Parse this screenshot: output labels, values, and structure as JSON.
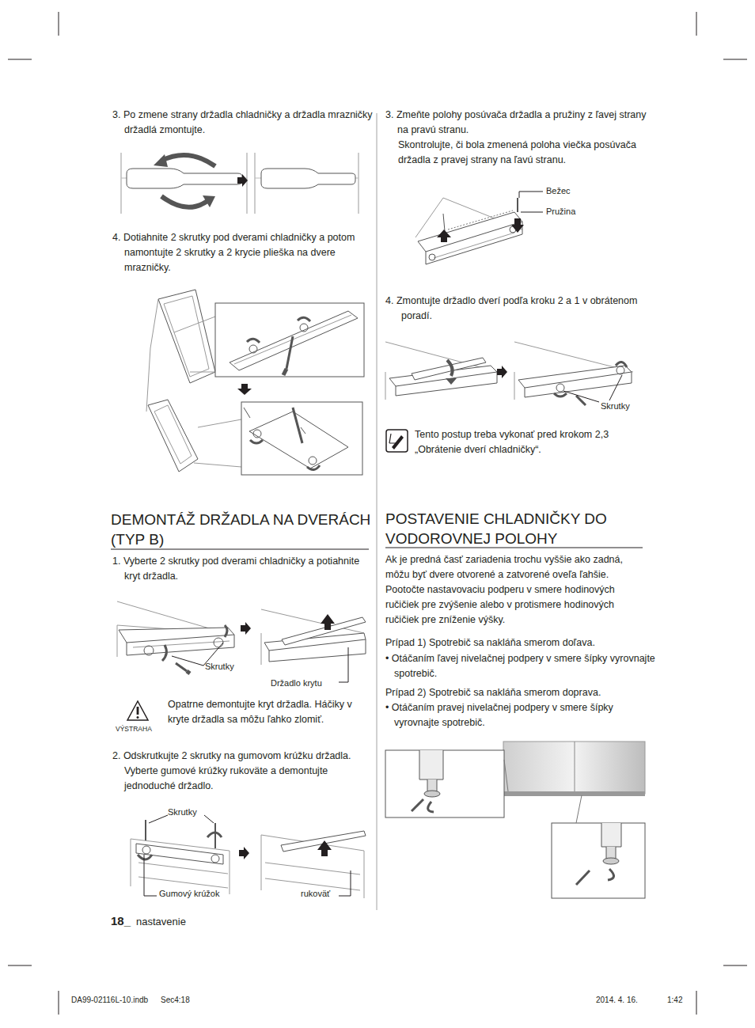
{
  "diagram": {
    "labels": [
      "3. Po zmene strany držadla chladničky a držadla mrazničky držadlá zmontujte.",
      "4. Dotiahnite 2 skrutky pod dverami chladničky a potom namontujte 2 skrutky a 2 krycie plieška na dvere mrazničky.",
      "DEMONTÁŽ DRŽADLA NA DVERÁCH (TYP B)",
      "1. Vyberte 2 skrutky pod dverami chladničky a potiahnite kryt držadla.",
      "Skrutky",
      "Držadlo krytu",
      "VÝSTRAHA",
      "Opatrne demontujte kryt držadla. Háčiky v kryte držadla sa môžu ľahko zlomiť.",
      "2. Odskrutkujte 2 skrutky na gumovom krúžku držadla. Vyberte gumové krúžky rukoväte a demontujte jednoduché držadlo.",
      "Skrutky",
      "Gumový krúžok",
      "rukoväť",
      "18_",
      "nastavenie",
      "3. Zmeňte polohy posúvača držadla a pružiny z ľavej strany na pravú stranu.",
      "Skontrolujte, či bola zmenená poloha viečka posúvača držadla z pravej strany na ľavú stranu.",
      "Bežec",
      "Pružina",
      "4. Zmontujte držadlo dverí podľa kroku 2 a 1 v obrátenom poradí.",
      "Skrutky",
      "Tento postup treba vykonať pred krokom 2,3 „Obrátenie dverí chladničky“.",
      "POSTAVENIE CHLADNIČKY DO VODOROVNEJ POLOHY",
      "Ak je predná časť zariadenia trochu vyššie ako zadná, môžu byť dvere otvorené a zatvorené oveľa ľahšie. Pootočte nastavovaciu podperu v smere hodinových ručičiek pre zvýšenie alebo v protismere hodinových ručičiek pre zníženie výšky.",
      "Prípad 1) Spotrebič sa nakláňa smerom doľava.",
      "• Otáčaním ľavej nivelačnej podpery v smere šípky vyrovnajte spotrebič.",
      "Prípad 2) Spotrebič sa nakláňa smerom doprava.",
      "• Otáčaním pravej nivelačnej podpery v smere šípky vyrovnajte spotrebič.",
      "DA99-02116L-10.indb",
      "Sec4:18",
      "2014. 4. 16.",
      "1:42"
    ]
  }
}
